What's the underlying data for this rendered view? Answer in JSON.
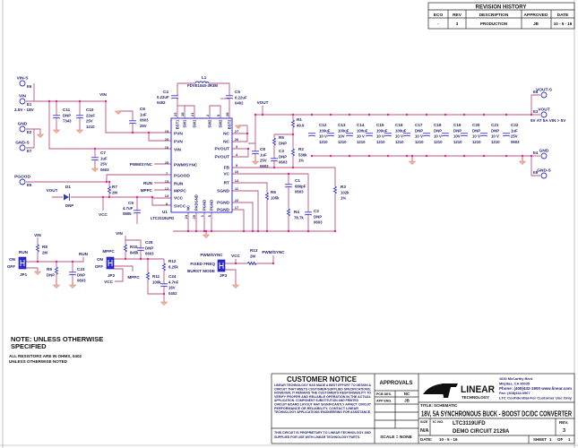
{
  "revision_history": {
    "title": "REVISION HISTORY",
    "headers": [
      "ECO",
      "REV",
      "DESCRIPTION",
      "APPROVED",
      "DATE"
    ],
    "row": [
      "-",
      "3",
      "PRODUCTION",
      "JB",
      "10 - 5 - 16"
    ]
  },
  "schematic": {
    "colors": {
      "wire": "#b8567f",
      "junction": "#e0209a",
      "symbol": "#3232c8",
      "text": "#1c1c6e"
    },
    "terminals": [
      {
        "label": "VIN-S",
        "id": "E6"
      },
      {
        "label": "VIN",
        "id": "E1"
      },
      {
        "label": "GND",
        "id": "E2"
      },
      {
        "label": "GND-S",
        "id": "E7"
      },
      {
        "label": "PGOOD",
        "id": "E5"
      },
      {
        "label": "VOUT-S",
        "id": "E8"
      },
      {
        "label": "VOUT",
        "id": "E3"
      },
      {
        "label": "GND",
        "id": "E4"
      },
      {
        "label": "GND-S",
        "id": "E9"
      }
    ],
    "net_labels": [
      "VIN",
      "VOUT",
      "VCC",
      "PWM/SYNC",
      "RUN",
      "MPPC",
      "VOUT",
      "VIN",
      "RUN",
      "ON",
      "OFF",
      "RUN",
      "VIN",
      "MPPC",
      "ON",
      "OFF",
      "VCC",
      "MPPC",
      "PWM/SYNC",
      "VCC",
      "PWM/SYNC",
      "FIXED FREQ",
      "BURST MODE",
      "5V AT 5A VIN > 5V",
      "2.5V - 18V"
    ],
    "components": [
      {
        "ref": "C11",
        "lines": [
          "DNP",
          "7343"
        ]
      },
      {
        "ref": "C10",
        "lines": [
          "22uF",
          "25V",
          "1210"
        ]
      },
      {
        "ref": "C6",
        "lines": [
          "1uF",
          "0603",
          "25V"
        ]
      },
      {
        "ref": "C7",
        "lines": [
          "1uF",
          "25V",
          "0603"
        ]
      },
      {
        "ref": "R7",
        "lines": [
          "2M"
        ]
      },
      {
        "ref": "D1",
        "lines": [
          "DNP"
        ]
      },
      {
        "ref": "C9",
        "lines": [
          "4.7uF",
          "0805"
        ]
      },
      {
        "ref": "U1",
        "lines": [
          "LTC3119UFD"
        ]
      },
      {
        "ref": "C4",
        "lines": [
          "0.22uF",
          "0402"
        ]
      },
      {
        "ref": "L1",
        "lines": [
          "FDVE1040-3R3M"
        ]
      },
      {
        "ref": "C5",
        "lines": [
          "0.22uF",
          "0402"
        ]
      },
      {
        "ref": "C8",
        "lines": [
          "1uF",
          "25V",
          "0603"
        ]
      },
      {
        "ref": "R5",
        "lines": [
          "DNP"
        ]
      },
      {
        "ref": "C3",
        "lines": [
          "DNP",
          "0603"
        ]
      },
      {
        "ref": "R1",
        "lines": [
          "49.9"
        ]
      },
      {
        "ref": "R2",
        "lines": [
          "536k",
          "1%"
        ]
      },
      {
        "ref": "R6",
        "lines": [
          "105k"
        ]
      },
      {
        "ref": "C1",
        "lines": [
          "680pF",
          "0603"
        ]
      },
      {
        "ref": "R4",
        "lines": [
          "78.7k"
        ]
      },
      {
        "ref": "C2",
        "lines": [
          "DNP",
          "0603"
        ]
      },
      {
        "ref": "R3",
        "lines": [
          "102k",
          "1%"
        ]
      },
      {
        "ref": "C12",
        "lines": [
          "100uF",
          "10 V",
          "1210"
        ]
      },
      {
        "ref": "C13",
        "lines": [
          "100uF",
          "10V",
          "1210"
        ]
      },
      {
        "ref": "C14",
        "lines": [
          "100uF",
          "10 V",
          "1210"
        ]
      },
      {
        "ref": "C15",
        "lines": [
          "100uF",
          "10 V",
          "1210"
        ]
      },
      {
        "ref": "C16",
        "lines": [
          "100uF",
          "10 V",
          "1210"
        ]
      },
      {
        "ref": "C17",
        "lines": [
          "DNP",
          "10 V",
          "1210"
        ]
      },
      {
        "ref": "C18",
        "lines": [
          "DNP",
          "10 V",
          "1210"
        ]
      },
      {
        "ref": "C19",
        "lines": [
          "DNP",
          "10V",
          "1210"
        ]
      },
      {
        "ref": "C20",
        "lines": [
          "DNP",
          "10 V",
          "1210"
        ]
      },
      {
        "ref": "C21",
        "lines": [
          "DNP",
          "10 V",
          "1210"
        ]
      },
      {
        "ref": "C22",
        "lines": [
          "1uF",
          "25V",
          "0603"
        ]
      },
      {
        "ref": "R8",
        "lines": [
          "2M"
        ]
      },
      {
        "ref": "R9",
        "lines": [
          "DNP"
        ]
      },
      {
        "ref": "C23",
        "lines": [
          "DNP",
          "0603"
        ]
      },
      {
        "ref": "JP1",
        "lines": []
      },
      {
        "ref": "R10",
        "lines": [
          "845k"
        ]
      },
      {
        "ref": "C25",
        "lines": [
          "DNP",
          "0603"
        ]
      },
      {
        "ref": "JP2",
        "lines": []
      },
      {
        "ref": "R11",
        "lines": [
          "100k"
        ]
      },
      {
        "ref": "R12",
        "lines": [
          "8.25k"
        ]
      },
      {
        "ref": "C24",
        "lines": [
          "4.7nF",
          "16V",
          "0402"
        ]
      },
      {
        "ref": "R13",
        "lines": [
          "2M"
        ]
      },
      {
        "ref": "JP3",
        "lines": []
      }
    ],
    "ic": {
      "left_pins": [
        {
          "name": "PVN",
          "num": "19"
        },
        {
          "name": "PVN",
          "num": "20"
        },
        {
          "name": "VIN",
          "num": "16"
        },
        {
          "name": "PWM/SYNC",
          "num": "25"
        },
        {
          "name": "PGOOD",
          "num": "7"
        },
        {
          "name": "RUN",
          "num": "15"
        },
        {
          "name": "MPPC",
          "num": "12"
        },
        {
          "name": "VCC",
          "num": "13"
        },
        {
          "name": "SVCC",
          "num": "8"
        }
      ],
      "right_pins": [
        {
          "name": "NC",
          "num": "27"
        },
        {
          "name": "NC",
          "num": "26"
        },
        {
          "name": "PVOUT",
          "num": "3"
        },
        {
          "name": "PVOUT",
          "num": "4"
        },
        {
          "name": "FB",
          "num": "9"
        },
        {
          "name": "VC",
          "num": "10"
        },
        {
          "name": "RT",
          "num": "14"
        },
        {
          "name": "SGND",
          "num": "11"
        },
        {
          "name": "PGND",
          "num": "22"
        },
        {
          "name": "PGND",
          "num": "17"
        }
      ],
      "top_pins": [
        {
          "name": "BST1",
          "num": "23"
        },
        {
          "name": "SW1",
          "num": "18"
        },
        {
          "name": "SW1",
          "num": "21"
        },
        {
          "name": "SW2",
          "num": "2"
        },
        {
          "name": "SW2",
          "num": "5"
        },
        {
          "name": "BST2",
          "num": "28"
        }
      ],
      "bottom_pins": [
        {
          "name": "NC",
          "num": "24"
        },
        {
          "name": "PADGND",
          "num": "29"
        },
        {
          "name": "PGND",
          "num": "1"
        },
        {
          "name": "PGND",
          "num": "6"
        }
      ]
    }
  },
  "notes": {
    "title_lines": [
      "NOTE: UNLESS OTHERWISE",
      "SPECIFIED"
    ],
    "lines": [
      "ALL RESISTORS ARE IN OHMS, 0402",
      "UNLESS OTHERWISE NOTED"
    ]
  },
  "title_block": {
    "customer_notice": {
      "title": "CUSTOMER NOTICE",
      "lines": [
        "LINEAR TECHNOLOGY HAS MADE A BEST EFFORT TO DESIGN A",
        "CIRCUIT THAT MEETS CUSTOMER-SUPPLIED SPECIFICATIONS;",
        "HOWEVER, IT REMAINS THE CUSTOMER'S RESPONSIBILITY TO",
        "VERIFY PROPER AND RELIABLE OPERATION IN THE ACTUAL",
        "APPLICATION.  COMPONENT SUBSTITUTION AND PRINTED",
        "CIRCUIT BOARD LAYOUT MAY SIGNIFICANTLY AFFECT CIRCUIT",
        "PERFORMANCE OR RELIABILITY.  CONTACT LINEAR",
        "TECHNOLOGY APPLICATIONS ENGINEERING FOR ASSISTANCE."
      ],
      "footer_lines": [
        "THIS CIRCUIT IS PROPRIETARY TO LINEAR TECHNOLOGY AND",
        "SUPPLIED FOR USE WITH LINEAR TECHNOLOGY PARTS."
      ]
    },
    "approvals": {
      "title": "APPROVALS",
      "rows": [
        {
          "label": "PCB DES.",
          "value": "NC"
        },
        {
          "label": "APP ENG.",
          "value": "JB"
        }
      ],
      "scale": "SCALE = NONE"
    },
    "company": {
      "logo_word": "LINEAR",
      "logo_sub": "TECHNOLOGY",
      "address_lines": [
        "1630 McCarthy Blvd.",
        "Milpitas, CA 95035",
        "Phone: (408)432-1900  www.linear.com",
        "Fax: (408)434-0507",
        "LTC Confidential-For Customer Use Only"
      ]
    },
    "title_label": "TITLE:",
    "title_value": "SCHEMATIC",
    "main_title": "18V, 5A SYNCHRONOUS BUCK - BOOST  DC/DC CONVERTER",
    "size_label": "SIZE",
    "size_value": "N/A",
    "ic_no_label": "IC NO.",
    "ic_no_value": "LTC3119UFD",
    "demo_circuit": "DEMO CIRCUIT 2129A",
    "rev_label": "REV.",
    "rev_value": "3",
    "date_label": "DATE:",
    "date_value": "10 - 5 - 16",
    "sheet_label": "SHEET",
    "sheet_num": "1",
    "sheet_of": "OF",
    "sheet_total": "1"
  }
}
